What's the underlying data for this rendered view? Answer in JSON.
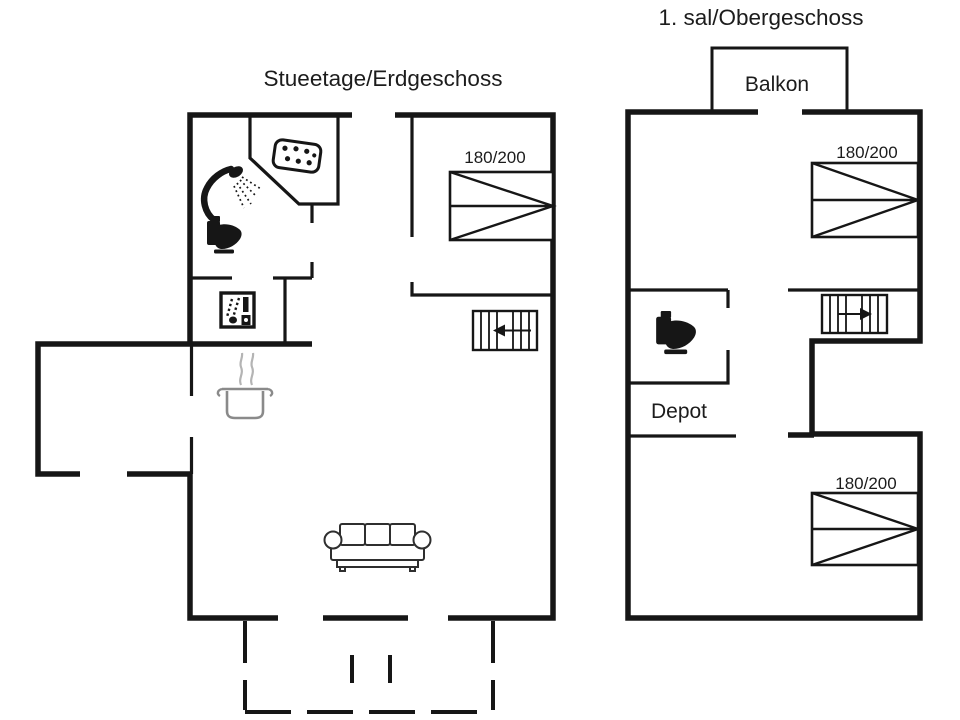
{
  "page": {
    "background": "#ffffff",
    "line_color": "#161616",
    "gray_color": "#8a8a8a",
    "steam_color": "#b4b4b4"
  },
  "floors": {
    "ground": {
      "title": "Stueetage/Erdgeschoss",
      "bed": {
        "label": "180/200"
      }
    },
    "upper": {
      "title": "1. sal/Obergeschoss",
      "balcony": {
        "label": "Balkon"
      },
      "depot": {
        "label": "Depot"
      },
      "bed_top": {
        "label": "180/200"
      },
      "bed_bottom": {
        "label": "180/200"
      }
    }
  },
  "icons": {
    "ground": [
      "whirlpool-icon",
      "shower-icon",
      "toilet-icon",
      "washing-machine-icon",
      "cooking-pot-icon",
      "stairs-up-icon",
      "double-bed-icon",
      "sofa-icon",
      "terrace-outline"
    ],
    "upper": [
      "toilet-icon",
      "stairs-up-icon",
      "double-bed-icon",
      "double-bed-icon",
      "balcony-outline"
    ]
  }
}
